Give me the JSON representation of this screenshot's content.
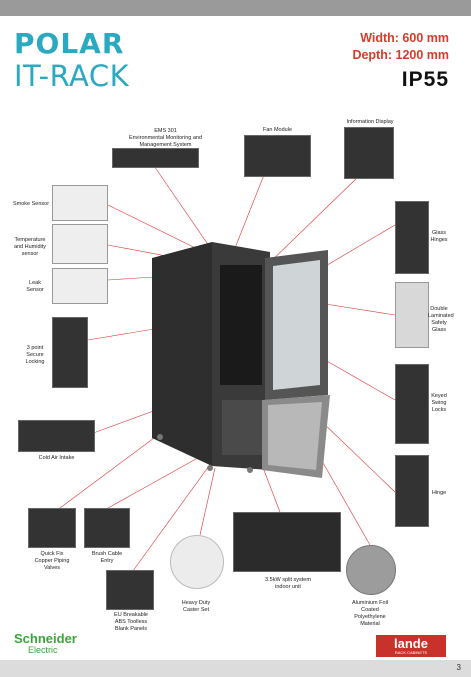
{
  "brand": {
    "line1": "POLAR",
    "line2": "IT-RACK"
  },
  "specs": {
    "width": "Width: 600 mm",
    "depth": "Depth: 1200 mm",
    "ip": "IP55"
  },
  "labels": {
    "ems": "EMS 301\nEnvironmental Monitoring and\nManagement System",
    "fan": "Fan Module",
    "info": "Information Display",
    "smoke": "Smoke Sensor",
    "temp": "Temperature\nand Humidity\nsensor",
    "leak": "Leak\nSensor",
    "lock": "3 point\nSecure\nLocking",
    "cold": "Cold Air Intake",
    "quickfix": "Quick Fix\nCopper Piping\nValves",
    "brush": "Brush Cable\nEntry",
    "blank": "EU Breakable\nABS Toolless\nBlank Panels",
    "caster": "Heavy Duty\nCaster Set",
    "split": "3.5kW split system\nindoor unit",
    "foil": "Aluminium Foil\nCoated\nPolyethylene\nMaterial",
    "glasshinges": "Glass\nHinges",
    "glass": "Double\nLaminated\nSafety\nGlass",
    "keyed": "Keyed\nSwing\nLocks",
    "hinge": "Hinge"
  },
  "footer": {
    "schneider1": "Schneider",
    "schneider2": "Electric",
    "lande": "lande",
    "lande_sub": "RACK CABINETS",
    "page": "3"
  }
}
